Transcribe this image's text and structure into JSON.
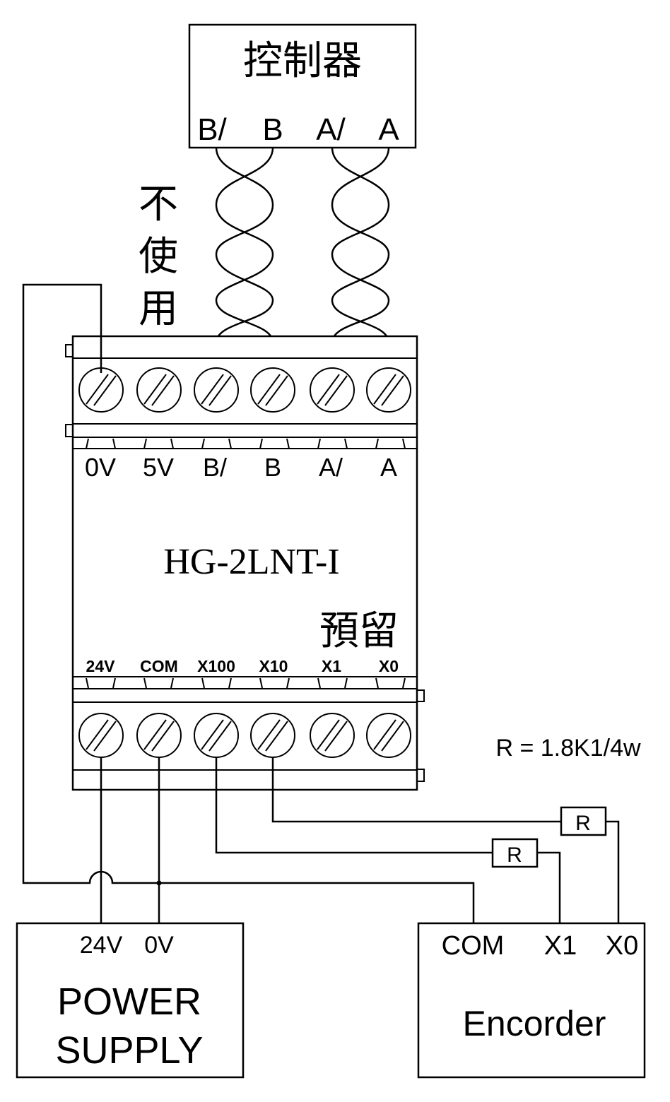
{
  "controller": {
    "title": "控制器",
    "terminals": [
      "B/",
      "B",
      "A/",
      "A"
    ]
  },
  "unused_note": [
    "不",
    "使",
    "用"
  ],
  "module": {
    "model": "HG-2LNT-I",
    "top_terminals": [
      "0V",
      "5V",
      "B/",
      "B",
      "A/",
      "A"
    ],
    "bottom_terminals": [
      "24V",
      "COM",
      "X100",
      "X10",
      "X1",
      "X0"
    ],
    "reserved_note": "預留"
  },
  "resistor_note": "R = 1.8K1/4w",
  "resistors": [
    {
      "label": "R"
    },
    {
      "label": "R"
    }
  ],
  "power_supply": {
    "terminals": [
      "24V",
      "0V"
    ],
    "title_line1": "POWER",
    "title_line2": "SUPPLY"
  },
  "encoder": {
    "terminals": [
      "COM",
      "X1",
      "X0"
    ],
    "title": "Encorder"
  }
}
